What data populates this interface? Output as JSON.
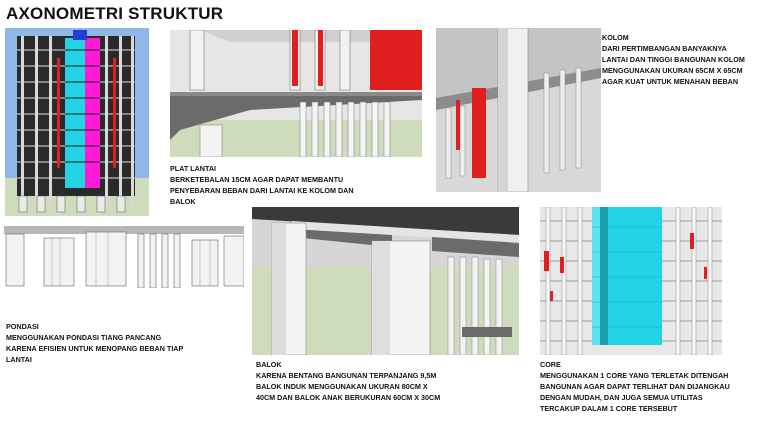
{
  "title": "AXONOMETRI STRUKTUR",
  "sections": {
    "plat_lantai": {
      "heading": "PLAT LANTAI",
      "text": "BERKETEBALAN 15CM AGAR DAPAT MEMBANTU\nPENYEBARAN BEBAN DARI LANTAI KE KOLOM DAN\nBALOK"
    },
    "kolom": {
      "heading": "KOLOM",
      "text": "DARI PERTIMBANGAN BANYAKNYA\nLANTAI DAN TINGGI BANGUNAN KOLOM\nMENGGUNAKAN UKURAN 65CM x 65CM\nAGAR KUAT UNTUK MENAHAN BEBAN"
    },
    "pondasi": {
      "heading": "PONDASI",
      "text": "MENGGUNAKAN PONDASI TIANG PANCANG\nKARENA EFISIEN UNTUK MENOPANG BEBAN TIAP\nLANTAI"
    },
    "balok": {
      "heading": "BALOK",
      "text": "KARENA BENTANG BANGUNAN TERPANJANG 9,5M\nBALOK INDUK MENGGUNAKAN UKURAN 80CM x\n40CM DAN BALOK ANAK BERUKURAN 60CM x 30CM"
    },
    "core": {
      "heading": "CORE",
      "text": "MENGGUNAKAN 1 CORE YANG TERLETAK DITENGAH\nBANGUNAN AGAR DAPAT TERLIHAT DAN DIJANGKAU\nDENGAN MUDAH, DAN JUGA SEMUA UTILITAS\nTERCAKUP DALAM 1 CORE TERSEBUT"
    }
  },
  "colors": {
    "column_red": "#e02020",
    "core_cyan": "#22d4e6",
    "core_magenta": "#ff1ad6",
    "slab_gray": "#6b6b6b",
    "sky_blue": "#8fb8e8",
    "ground_green": "#cfdcbc"
  }
}
